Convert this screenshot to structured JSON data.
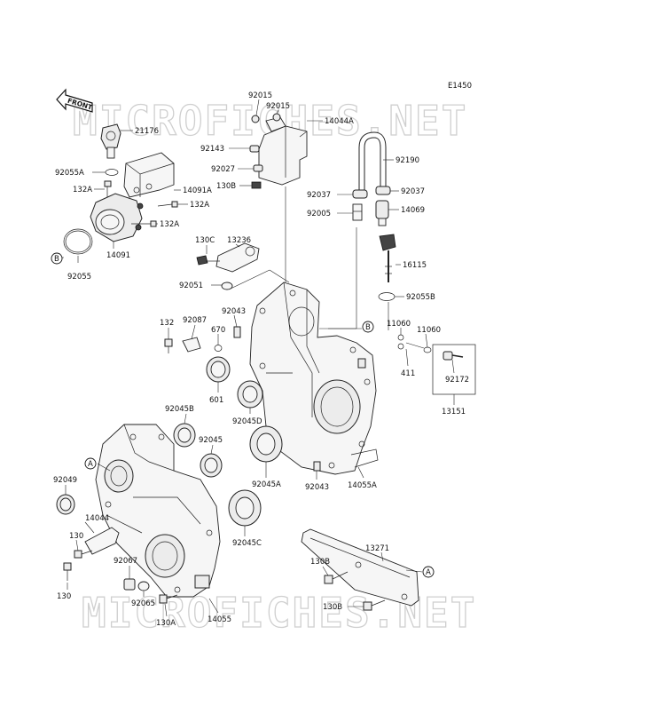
{
  "diagram": {
    "code": "E1450",
    "front_label": "FRONT",
    "watermark_top": "MICROFICHES.NET",
    "watermark_bottom": "MICROFICHES.NET",
    "labels": [
      "92015",
      "92015",
      "14044A",
      "21176",
      "92143",
      "92027",
      "130B",
      "92190",
      "92037",
      "92037",
      "92005",
      "14069",
      "92055A",
      "132A",
      "14091A",
      "132A",
      "132A",
      "B",
      "14091",
      "92055",
      "130C",
      "13236",
      "16115",
      "92051",
      "92055B",
      "92043",
      "132",
      "92087",
      "670",
      "11060",
      "11060",
      "B",
      "411",
      "601",
      "92172",
      "13151",
      "92045B",
      "92045D",
      "92045",
      "A",
      "92049",
      "92045A",
      "92043",
      "14055A",
      "14044",
      "130",
      "92067",
      "92045C",
      "13271",
      "130B",
      "A",
      "130",
      "92065",
      "130B",
      "130A",
      "14055"
    ]
  }
}
